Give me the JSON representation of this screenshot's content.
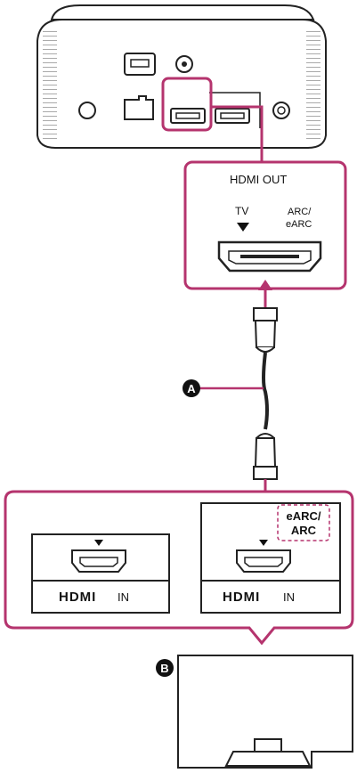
{
  "colors": {
    "accent": "#b5346e",
    "line": "#1a1a1a",
    "device_fill": "#ffffff",
    "hatch": "#555555"
  },
  "hdmi_out_panel": {
    "title": "HDMI OUT",
    "tv_label": "TV",
    "arc_label_line1": "ARC/",
    "arc_label_line2": "eARC"
  },
  "callouts": {
    "cable": "A",
    "tv": "B"
  },
  "tv_input_panel": {
    "left_port": {
      "brand": "HDMI",
      "label": "IN"
    },
    "right_port": {
      "brand": "HDMI",
      "label": "IN",
      "badge_line1": "eARC/",
      "badge_line2": "ARC"
    }
  }
}
